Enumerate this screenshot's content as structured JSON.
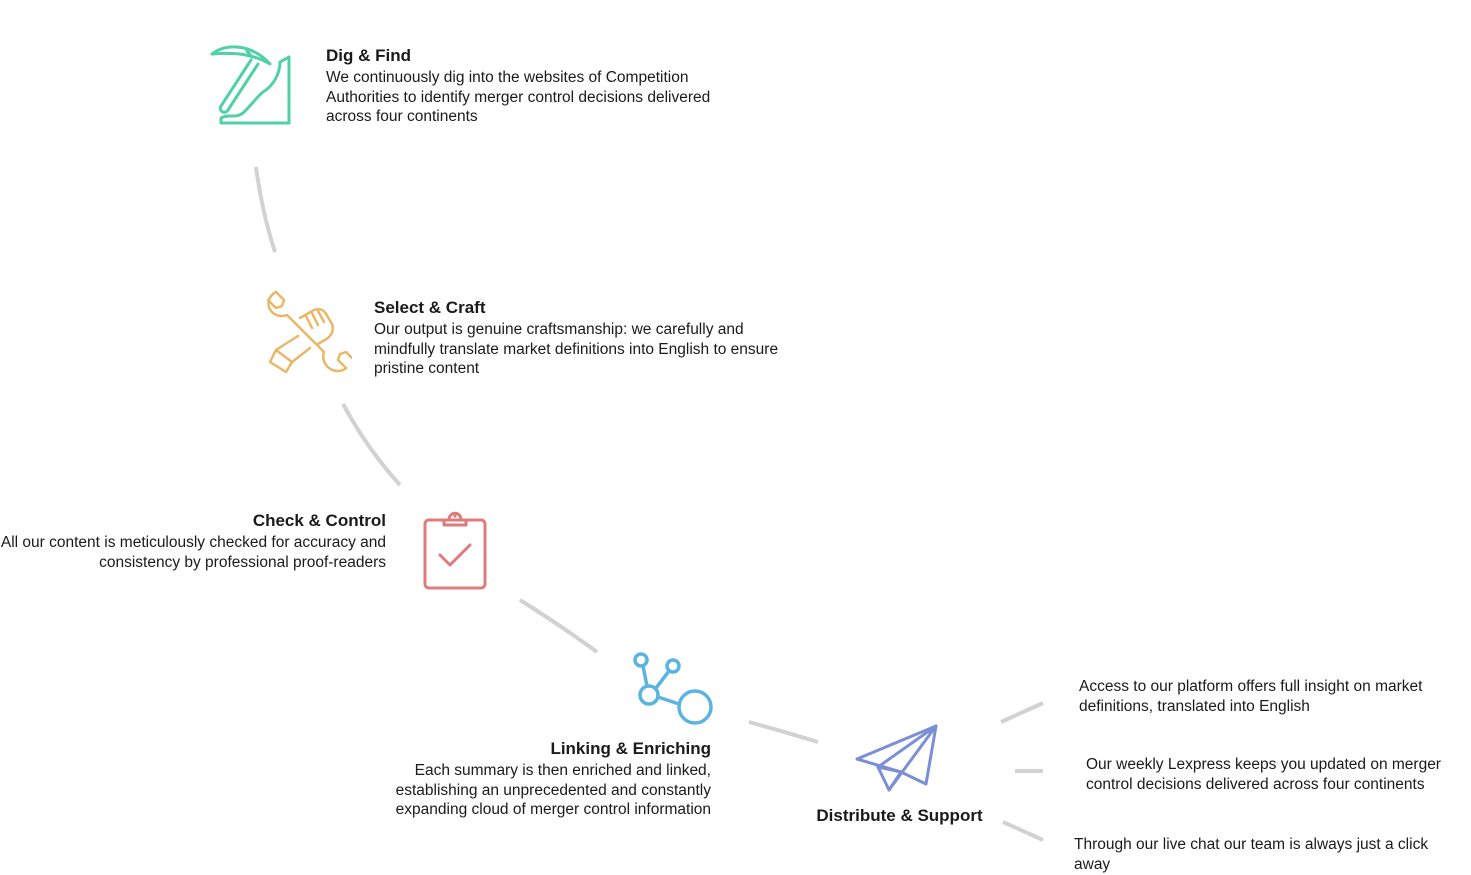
{
  "steps": [
    {
      "title": "Dig & Find",
      "description": "We continuously dig into the websites of Competition Authorities to identify merger control decisions delivered across four continents",
      "icon": "pickaxe-icon",
      "color": "#4fd1a5"
    },
    {
      "title": "Select & Craft",
      "description": "Our output is genuine craftsmanship: we carefully and mindfully translate market definitions into English to ensure pristine content",
      "icon": "hand-wrench-icon",
      "color": "#e8b866"
    },
    {
      "title": "Check & Control",
      "description": "All our content is meticulously checked for accuracy and consistency by professional proof-readers",
      "icon": "clipboard-check-icon",
      "color": "#e07b7b"
    },
    {
      "title": "Linking & Enriching",
      "description": "Each summary is then enriched and linked, establishing an unprecedented and constantly expanding cloud of merger control information",
      "icon": "network-nodes-icon",
      "color": "#5bb4e0"
    },
    {
      "title": "Distribute & Support",
      "icon": "paper-plane-icon",
      "color": "#7b8ed6"
    }
  ],
  "distribution": [
    {
      "text": "Access to our platform offers full insight on market definitions, translated into English"
    },
    {
      "text": "Our weekly Lexpress keeps you updated on merger control decisions delivered across four continents"
    },
    {
      "text": "Through our live chat our team is always just a click away"
    }
  ]
}
